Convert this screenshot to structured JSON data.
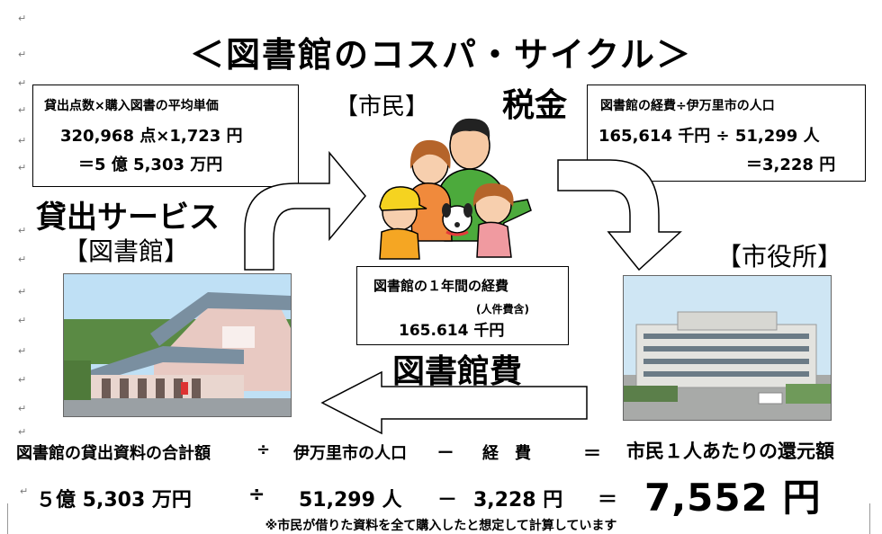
{
  "title": "＜図書館のコスパ・サイクル＞",
  "loan_box": {
    "line1": "貸出点数×購入図書の平均単価",
    "line2": "320,968 点×1,723 円",
    "line3": "＝5 億 5,303 万円"
  },
  "labels": {
    "citizen": "【市民】",
    "tax": "税金",
    "loan_service": "貸出サービス",
    "library": "【図書館】",
    "city_hall": "【市役所】",
    "library_cost": "図書館費"
  },
  "city_box": {
    "line1": "図書館の経費÷伊万里市の人口",
    "line2": "165,614 千円 ÷ 51,299 人",
    "line3": "＝3,228 円"
  },
  "expense_box": {
    "line1": "図書館の１年間の経費",
    "line2": "(人件費含)",
    "line3": "165.614 千円"
  },
  "formula": {
    "term1": "図書館の貸出資料の合計額",
    "op1": "÷",
    "term2": "伊万里市の人口",
    "op2": "ー",
    "term3": "経　費",
    "op3": "＝",
    "result": "市民１人あたりの還元額"
  },
  "calc": {
    "v1": "５億 5,303 万円",
    "op1": "÷",
    "v2": "51,299 人",
    "op2": "－",
    "v3": "3,228 円",
    "op3": "＝",
    "result": "7,552 円"
  },
  "note": "※市民が借りた資料を全て購入したと想定して計算しています",
  "colors": {
    "family_green": "#4caa3c",
    "sky": "#bfe0f5",
    "roof": "#7a8fa0"
  }
}
